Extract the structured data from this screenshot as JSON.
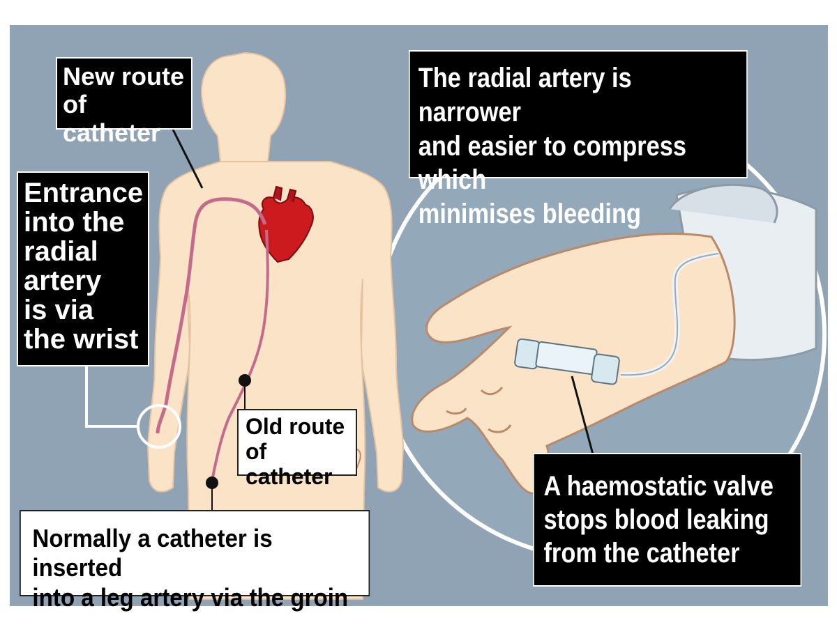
{
  "labels": {
    "new_route": "New route\nof catheter",
    "entrance": "Entrance\ninto the\nradial\nartery\nis via\nthe wrist",
    "narrower": "The radial artery is narrower\nand easier to compress which\nminimises bleeding",
    "old_route": "Old route\nof catheter",
    "normally": "Normally a catheter is inserted\ninto a leg artery via the groin",
    "valve": "A haemostatic valve\nstops blood leaking\nfrom the catheter"
  },
  "colors": {
    "background": "#8fa3b4",
    "skin": "#fbe3c8",
    "heart": "#cc1b1f",
    "catheter": "#c46b8c",
    "label_dark": "#000000",
    "label_light": "#ffffff"
  }
}
